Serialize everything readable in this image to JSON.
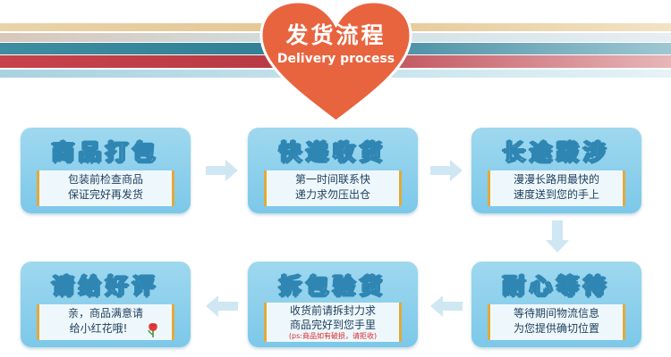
{
  "header": {
    "title": "发货流程",
    "subtitle": "Delivery process"
  },
  "colors": {
    "heart": "#e8643f",
    "card": "#86cdea",
    "card_body": "#eef8fc",
    "title_stroke": "#2f86b3",
    "bracket": "#e2aa3a",
    "arrow": "#cfe7f3"
  },
  "steps": [
    {
      "title": "商品打包",
      "lines": [
        "包装前检查商品",
        "保证完好再发货"
      ]
    },
    {
      "title": "快递收货",
      "lines": [
        "第一时间联系快",
        "递力求勿压出仓"
      ]
    },
    {
      "title": "长途跋涉",
      "lines": [
        "漫漫长路用最快的",
        "速度送到您的手上"
      ]
    },
    {
      "title": "耐心等待",
      "lines": [
        "等待期间物流信息",
        "为您提供确切位置"
      ]
    },
    {
      "title": "拆包验货",
      "lines": [
        "收货前请拆封力求",
        "商品完好到您手里"
      ],
      "note": "(ps:商品如有破损，请拒收)"
    },
    {
      "title": "请给好评",
      "lines": [
        "亲，商品满意请",
        "给小红花哦!"
      ],
      "icon": "red-flower-icon"
    }
  ]
}
